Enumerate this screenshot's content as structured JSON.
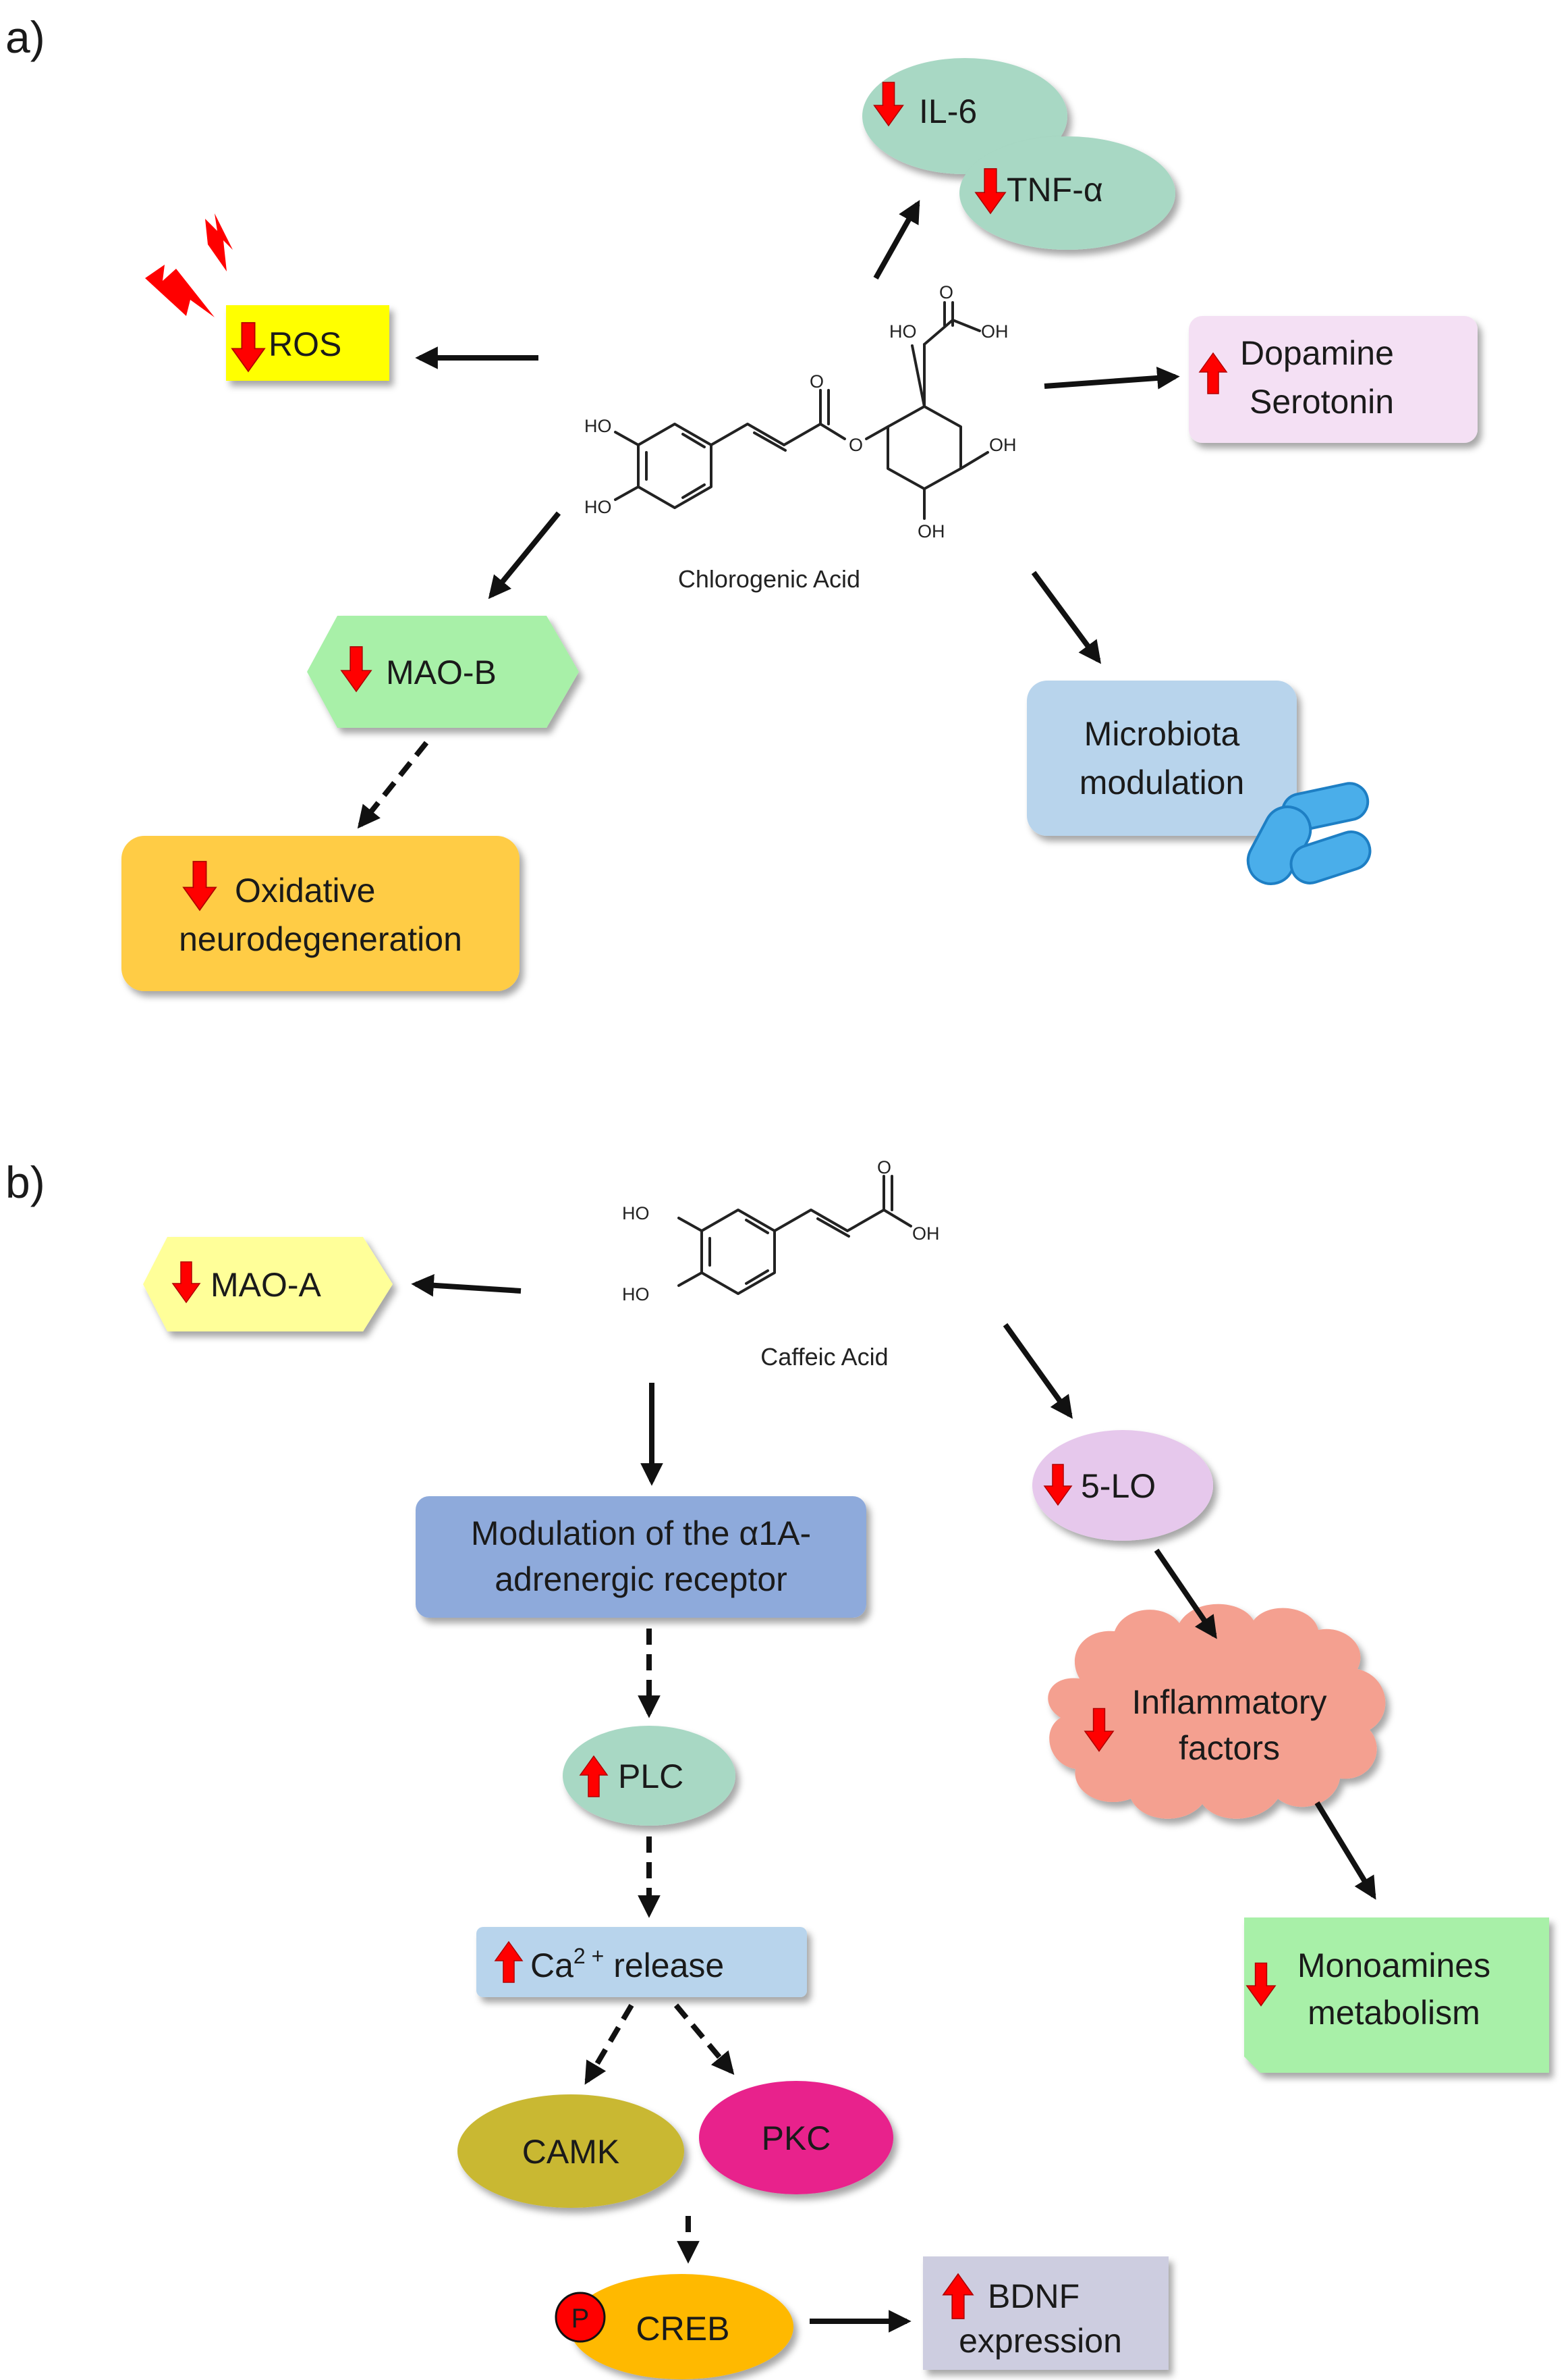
{
  "panel_a": {
    "label": "a)",
    "compound": "Chlorogenic Acid",
    "atoms": {
      "ho": "HO",
      "oh": "OH",
      "o": "O"
    },
    "nodes": {
      "il6": "IL-6",
      "tnf": "TNF-α",
      "ros": "ROS",
      "dopamine": "Dopamine",
      "serotonin": "Serotonin",
      "maob": "MAO-B",
      "oxidative_1": "Oxidative",
      "oxidative_2": "neurodegeneration",
      "microbiota_1": "Microbiota",
      "microbiota_2": "modulation"
    }
  },
  "panel_b": {
    "label": "b)",
    "compound": "Caffeic Acid",
    "atoms": {
      "ho": "HO",
      "oh": "OH",
      "o": "O"
    },
    "nodes": {
      "maoa": "MAO-A",
      "alpha_1": "Modulation of the α1A-",
      "alpha_2": "adrenergic receptor",
      "lo5": "5-LO",
      "plc": "PLC",
      "inflam_1": "Inflammatory",
      "inflam_2": "factors",
      "ca_base": "Ca",
      "ca_sup": "2 +",
      "ca_rest": " release",
      "mono_1": "Monoamines",
      "mono_2": "metabolism",
      "camk": "CAMK",
      "pkc": "PKC",
      "p": "P",
      "creb": "CREB",
      "bdnf_1": "BDNF",
      "bdnf_2": "expression"
    }
  },
  "colors": {
    "il6": "#a8d8c4",
    "ros": "#ffff00",
    "dopamine": "#f4e0f4",
    "maob": "#a8f0a8",
    "oxidative": "#ffcc44",
    "microbiota": "#b8d4ec",
    "bacteria": "#4aaeea",
    "maoa": "#ffff99",
    "alpha": "#8eaadb",
    "lo5": "#e6c8ec",
    "plc": "#a8d8c4",
    "inflam": "#f4a090",
    "ca": "#b8d4ec",
    "mono": "#a8f0a8",
    "camk": "#c9b833",
    "pkc": "#e8238c",
    "creb": "#ffb900",
    "phospho": "#ff0000",
    "bdnf": "#cdcde0",
    "arrow_red": "#ff0000",
    "bolt": "#ff0000"
  }
}
